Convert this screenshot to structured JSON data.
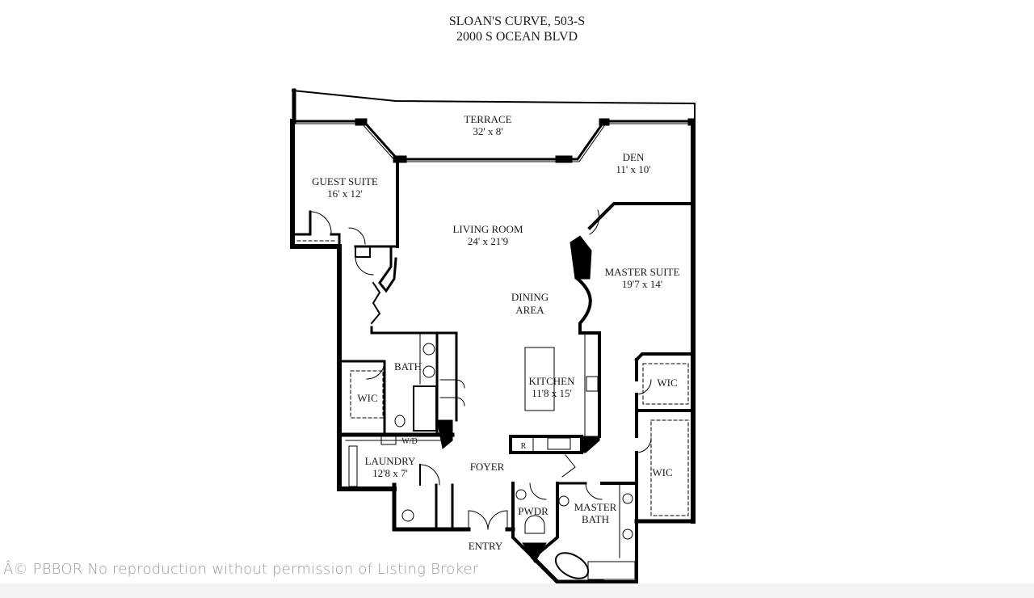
{
  "header": {
    "title_line1": "SLOAN'S CURVE, 503-S",
    "title_line2": "2000 S OCEAN BLVD"
  },
  "rooms": {
    "terrace": {
      "name": "TERRACE",
      "dims": "32' x 8'"
    },
    "den": {
      "name": "DEN",
      "dims": "11' x 10'"
    },
    "guest_suite": {
      "name": "GUEST SUITE",
      "dims": "16' x 12'"
    },
    "living_room": {
      "name": "LIVING ROOM",
      "dims": "24' x 21'9"
    },
    "master_suite": {
      "name": "MASTER SUITE",
      "dims": "19'7 x 14'"
    },
    "dining_area": {
      "name1": "DINING",
      "name2": "AREA"
    },
    "kitchen": {
      "name": "KITCHEN",
      "dims": "11'8 x 15'"
    },
    "bath": {
      "name": "BATH"
    },
    "wic_guest": {
      "name": "WIC"
    },
    "wic_master_upper": {
      "name": "WIC"
    },
    "wic_master_lower": {
      "name": "WIC"
    },
    "laundry": {
      "name": "LAUNDRY",
      "dims": "12'8 x 7'",
      "wd": "W/D"
    },
    "foyer": {
      "name": "FOYER"
    },
    "pwdr": {
      "name": "PWDR"
    },
    "master_bath": {
      "name1": "MASTER",
      "name2": "BATH"
    },
    "entry": {
      "name": "ENTRY"
    },
    "refrigerator": {
      "name": "R"
    }
  },
  "footer": {
    "watermark": "Â© PBBOR No reproduction without permission of Listing Broker"
  },
  "colors": {
    "wall": "#000000",
    "background": "#ffffff",
    "watermark": "#9a9a9a"
  }
}
